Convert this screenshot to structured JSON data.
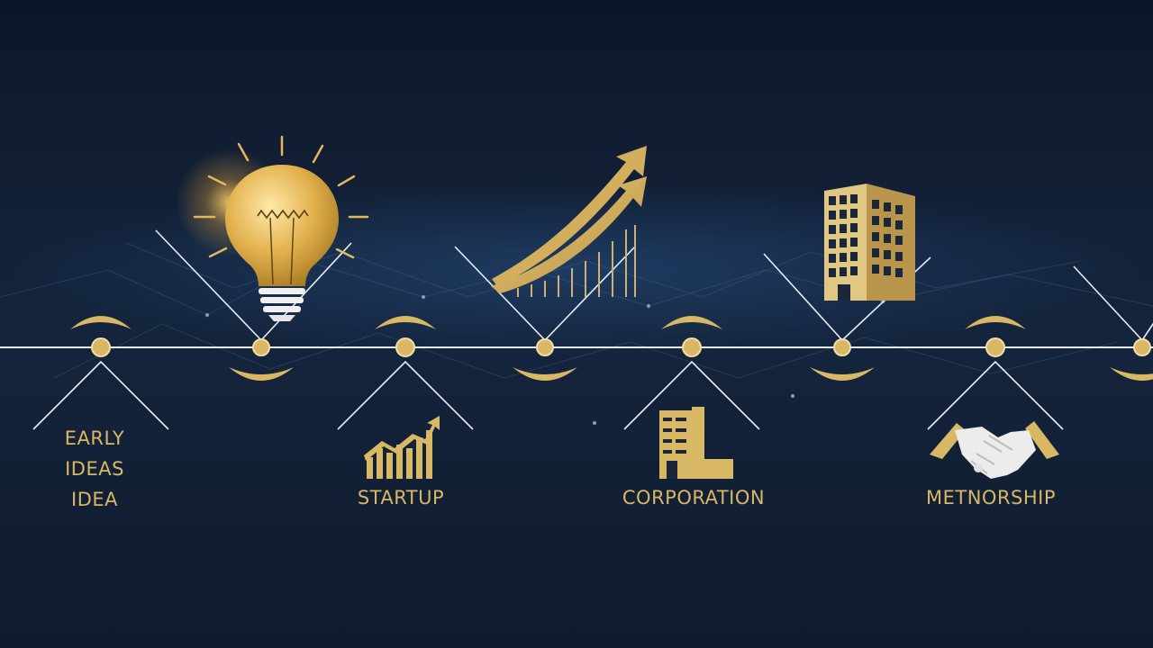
{
  "colors": {
    "background": "#0f1a2c",
    "gold": "#d8b765",
    "line": "#e8eef5"
  },
  "stages": [
    {
      "lines": [
        "EARLY",
        "IDEAS",
        "IDEA"
      ],
      "icon": "lightbulb-icon"
    },
    {
      "lines": [
        "STARTUP"
      ],
      "icon": "growth-chart-icon"
    },
    {
      "lines": [
        "CORPORATION"
      ],
      "icon": "office-building-icon"
    },
    {
      "lines": [
        "METNORSHIP"
      ],
      "icon": "handshake-icon"
    }
  ],
  "upper_icons": [
    "lightbulb-icon",
    "rising-arrow-icon",
    "skyscraper-icon"
  ]
}
